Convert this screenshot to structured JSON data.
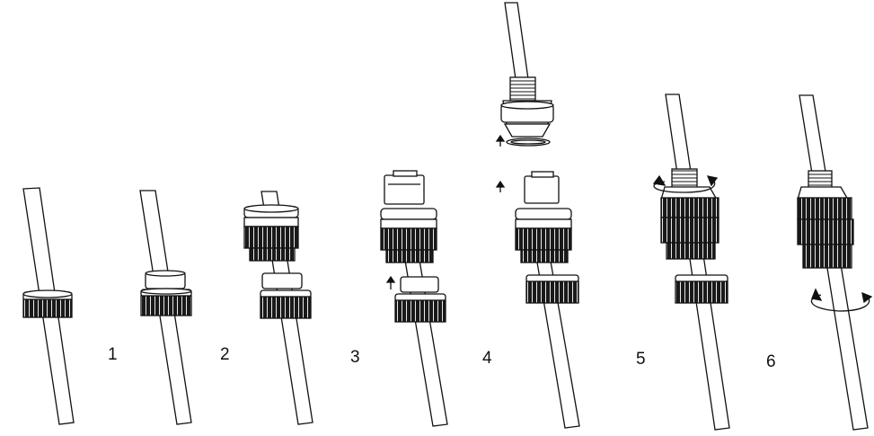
{
  "diagram": {
    "steps": [
      {
        "label": "1"
      },
      {
        "label": "2"
      },
      {
        "label": "3"
      },
      {
        "label": "4"
      },
      {
        "label": "5"
      },
      {
        "label": "6"
      }
    ]
  },
  "colors": {
    "stroke": "#111111",
    "dark_part": "#1a1a1a",
    "background": "#ffffff"
  }
}
